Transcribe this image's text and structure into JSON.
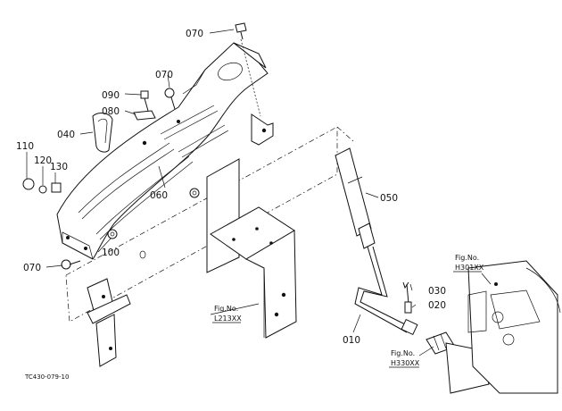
{
  "parts": [
    {
      "id": "p070a",
      "label": "070"
    },
    {
      "id": "p070b",
      "label": "070"
    },
    {
      "id": "p090",
      "label": "090"
    },
    {
      "id": "p080",
      "label": "080"
    },
    {
      "id": "p040",
      "label": "040"
    },
    {
      "id": "p110",
      "label": "110"
    },
    {
      "id": "p120",
      "label": "120"
    },
    {
      "id": "p130",
      "label": "130"
    },
    {
      "id": "p060",
      "label": "060"
    },
    {
      "id": "p050",
      "label": "050"
    },
    {
      "id": "p100",
      "label": "100"
    },
    {
      "id": "p070c",
      "label": "070"
    },
    {
      "id": "p030",
      "label": "030"
    },
    {
      "id": "p020",
      "label": "020"
    },
    {
      "id": "p010",
      "label": "010"
    }
  ],
  "figure_refs": [
    {
      "id": "ref_h301",
      "line1": "Fig.No.",
      "line2": "H301XX"
    },
    {
      "id": "ref_l213",
      "line1": "Fig.No.",
      "line2": "L213XX"
    },
    {
      "id": "ref_h330",
      "line1": "Fig.No.",
      "line2": "H330XX"
    }
  ],
  "drawing_code": "TC430-079-10"
}
